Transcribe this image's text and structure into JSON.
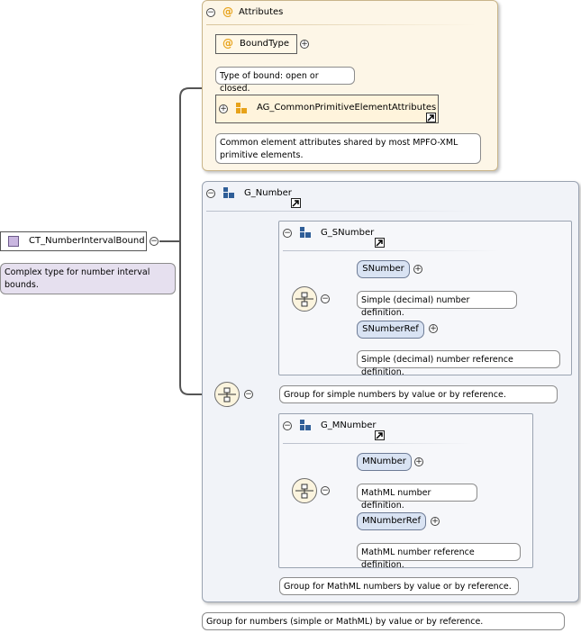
{
  "complex_type": {
    "name": "CT_NumberIntervalBound",
    "doc": "Complex type for number interval bounds."
  },
  "attributes": {
    "title": "Attributes",
    "bound_type": {
      "name": "BoundType",
      "doc": "Type of bound: open or closed."
    },
    "attribute_group": {
      "name": "AG_CommonPrimitiveElementAttributes",
      "doc": "Common element attributes shared by most MPFO-XML primitive elements."
    }
  },
  "g_number": {
    "name": "G_Number",
    "doc": "Group for numbers (simple or MathML) by value or by reference.",
    "g_snumber": {
      "name": "G_SNumber",
      "doc": "Group for simple numbers by value or by reference.",
      "elements": [
        {
          "name": "SNumber",
          "doc": "Simple (decimal) number definition."
        },
        {
          "name": "SNumberRef",
          "doc": "Simple (decimal) number reference definition."
        }
      ]
    },
    "g_mnumber": {
      "name": "G_MNumber",
      "doc": "Group for MathML numbers by value or by reference.",
      "elements": [
        {
          "name": "MNumber",
          "doc": "MathML number definition."
        },
        {
          "name": "MNumberRef",
          "doc": "MathML number reference definition."
        }
      ]
    }
  },
  "icons": {
    "attribute": "at-sign-icon",
    "attribute_group": "attribute-group-icon",
    "group": "group-icon",
    "sequence": "sequence-compositor-icon",
    "complex_type": "complex-type-icon",
    "expand": "expand-plus-icon",
    "collapse": "collapse-minus-icon",
    "jump": "jump-arrow-icon"
  },
  "colors": {
    "attribute_panel": "#fdf6e7",
    "group_panel": "#f1f3f8",
    "element_fill": "#d9e3f3",
    "attr_icon": "#e7a21a",
    "group_icon": "#2f5e98",
    "complex_type_icon": "#c9b6e0"
  }
}
